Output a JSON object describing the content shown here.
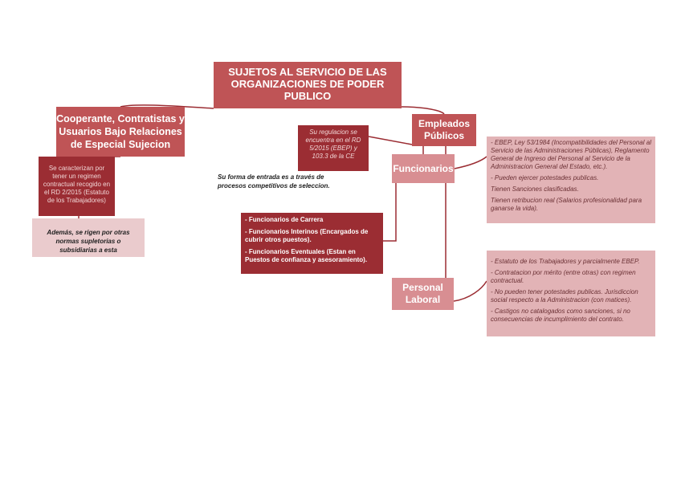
{
  "title": "SUJETOS AL SERVICIO DE LAS ORGANIZACIONES DE PODER PUBLICO",
  "cooperante": "Cooperante, Contratistas y Usuarios Bajo Relaciones de Especial Sujecion",
  "caracterizan": "Se caracterizan por tener un regimen contractual recogido en el RD 2/2015 (Estatuto de los Trabajadores)",
  "ademas": "Además, se rigen por otras normas supletorias o subsidiarias a esta",
  "empleados": "Empleados Públicos",
  "regulacion": "Su regulacion se encuentra en el RD 5/2015 (EBEP) y 103.3 de la CE",
  "forma_entrada": "Su forma de entrada es a través de procesos competitivos de seleccion.",
  "funcionarios": "Funcionarios",
  "tipos": [
    "- Funcionarios de Carrera",
    "- Funcionarios Interinos (Encargados de cubrir otros puestos).",
    "- Funcionarios Eventuales (Estan en Puestos de confianza y asesoramiento)."
  ],
  "ebep_items": [
    "- EBEP, Ley 53/1984 (Incompatibilidades del Personal al Servicio de las Administraciones Públicas), Reglamento General de Ingreso del Personal al Servicio de la Administracion General del Estado, etc.).",
    "- Pueden ejercer potestades publicas.",
    "Tienen Sanciones clasificadas.",
    "Tienen retribucion real (Salarios profesionalidad para ganarse la vida)."
  ],
  "personal_laboral": "Personal Laboral",
  "laboral_items": [
    "- Estatuto de los Trabajadores y parcialmente EBEP.",
    "- Contratacion por mérito (entre otras) con regimen contractual.",
    "- No pueden tener potestades publicas. Jurisdiccion social respecto a la Administracion (con matices).",
    "- Castigos no catalogados como sanciones, si no consecuencias de incumplimiento del contrato."
  ]
}
